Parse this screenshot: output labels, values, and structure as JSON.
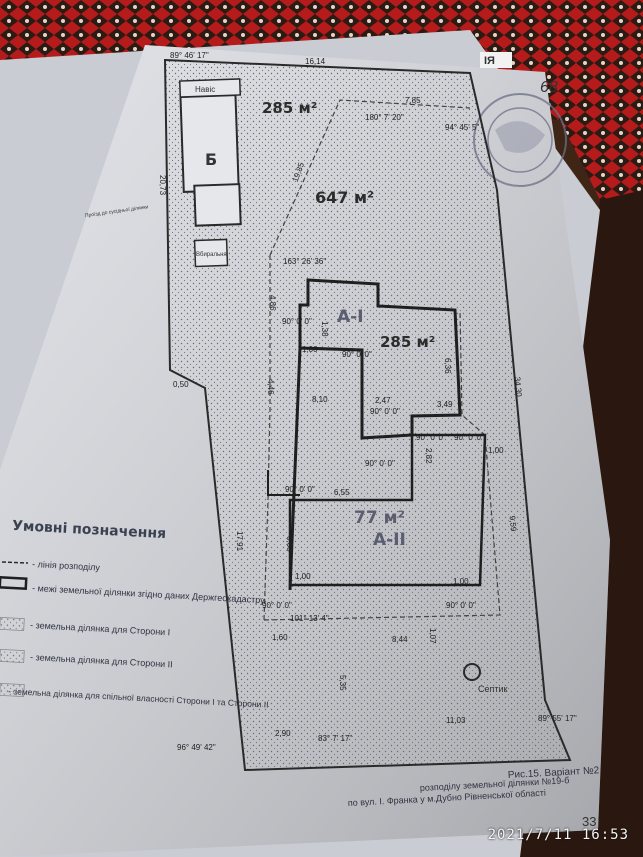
{
  "photo_timestamp": "2021/7/11  16:53",
  "page_number_tag": "68",
  "bottom_page_number": "33",
  "header_fragment": "ІЯ",
  "zones": {
    "total_left_top": "285 м²",
    "upper": "647 м²",
    "house_part_1": "285 м²",
    "house_part_1_label": "А-І",
    "house_part_2": "77 м²",
    "house_part_2_label": "А-ІІ"
  },
  "buildings": {
    "b_label": "Б",
    "shed_label": "Навіс",
    "toilet_label": "Вбиральня",
    "drive_label": "Проїзд до сусідньої ділянки",
    "septic_label": "Септик"
  },
  "dimensions": {
    "top": "16,14",
    "top_left_angle": "89° 46' 17\"",
    "left_side": "20,73",
    "left_lower": "17,91",
    "right_side": "34,30",
    "right_inner": "9,59",
    "d_785": "7,85",
    "d_1985": "19,85",
    "a_180": "180° 7' 20\"",
    "a_94": "94° 45' 5\"",
    "a_163": "163° 26' 36\"",
    "d_486": "4,86",
    "d_138": "1,38",
    "d_100a": "1,00",
    "d_636": "6,36",
    "d_446": "4,46",
    "d_810": "8,10",
    "d_247": "2,47",
    "d_349": "3,49",
    "d_050": "0,50",
    "d_282": "2,82",
    "d_100b": "1,00",
    "d_655": "6,55",
    "d_668": "6,68",
    "d_100c": "1,00",
    "d_100d": "1,00",
    "d_160": "1,60",
    "d_844": "8,44",
    "d_107": "1,07",
    "d_535": "5,35",
    "d_290": "2,90",
    "d_1103": "11,03",
    "a_90": "90° 0' 0\"",
    "a_101": "101° 13' 4\"",
    "a_83": "83° 7' 17\"",
    "a_96": "96° 49' 42\"",
    "a_89b": "89° 55' 17\""
  },
  "legend": {
    "title": "Умовні позначення",
    "items": [
      "- лінія розподілу",
      "- межі земельної ділянки згідно даних Держгеокадастру",
      "- земельна ділянка для Сторони І",
      "- земельна ділянка для Сторони ІІ",
      "- земельна ділянка для спільної власності Сторони І та Сторони ІІ"
    ]
  },
  "caption": {
    "line1": "Рис.15. Варіант №2",
    "line2": "розподілу земельної ділянки №19-б",
    "line3": "по вул. І. Франка у м.Дубно Рівненської області"
  },
  "colors": {
    "paper": "#dcdee4",
    "fabric_red": "#b81e1e",
    "wood": "#4a2c1b",
    "line": "#2a2a2a",
    "stamp_ink": "#6b6f86"
  }
}
